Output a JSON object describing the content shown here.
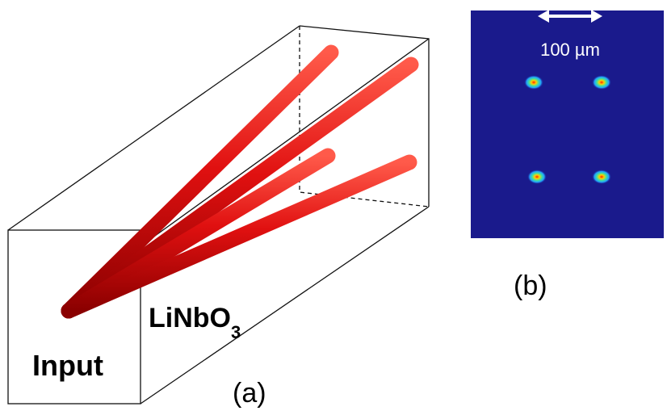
{
  "panel_a": {
    "input_label": "Input",
    "material_label": "LiNbO",
    "material_subscript": "3",
    "caption": "(a)",
    "waveguide_color": "#e01010",
    "waveguide_count": 4
  },
  "panel_b": {
    "scale_label": "100 µm",
    "caption": "(b)",
    "background_color": "#1a1a8c",
    "spot_count": 4,
    "scale_arrow_icon": "double-headed-arrow"
  }
}
